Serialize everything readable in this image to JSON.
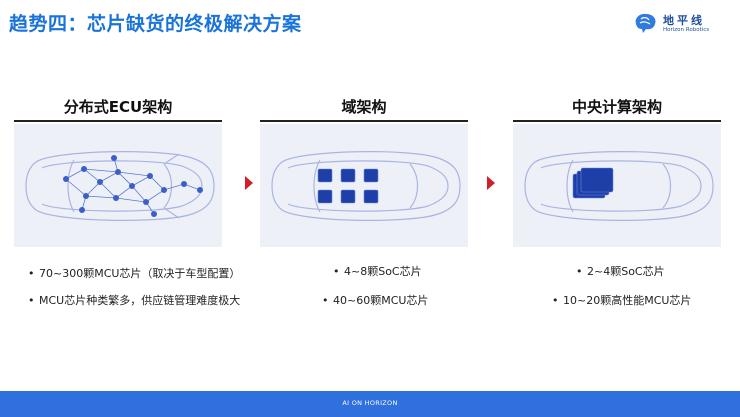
{
  "slide": {
    "title": "趋势四：芯片缺货的终极解决方案"
  },
  "logo": {
    "name": "地平线",
    "sub": "Horizon Robotics"
  },
  "columns": [
    {
      "title": "分布式ECU架构",
      "bullets": [
        "70~300颗MCU芯片（取决于车型配置）",
        "MCU芯片种类繁多，供应链管理难度极大"
      ]
    },
    {
      "title": "域架构",
      "bullets": [
        "4~8颗SoC芯片",
        "40~60颗MCU芯片"
      ]
    },
    {
      "title": "中央计算架构",
      "bullets": [
        "2~4颗SoC芯片",
        "10~20颗高性能MCU芯片"
      ]
    }
  ],
  "footer": {
    "text": "AI ON HORIZON"
  },
  "icons": {
    "bullet": "bullet-dot",
    "arrow": "right-arrow-icon",
    "logo": "horizon-brain-logo-icon",
    "car": "car-topview-icon",
    "chip": "chip-stack-icon"
  },
  "colors": {
    "title": "#1a73d9",
    "accent_arrow": "#d01f2a",
    "footer": "#2f6fde",
    "node": "#3a5fc8",
    "chip": "#1e3fa8",
    "logo": "#1f4e9c"
  }
}
